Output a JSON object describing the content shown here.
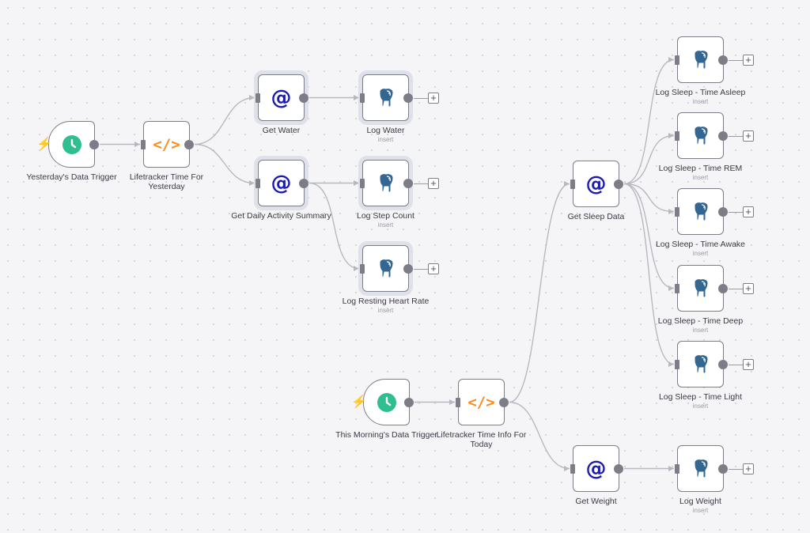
{
  "nodes": [
    {
      "id": "yesterday_trigger",
      "title": "Yesterday's Data Trigger",
      "subtitle": "",
      "kind": "schedule",
      "icon": "clock-icon"
    },
    {
      "id": "time_yesterday",
      "title": "Lifetracker Time For Yesterday",
      "subtitle": "",
      "kind": "code",
      "icon": "code-icon"
    },
    {
      "id": "get_water",
      "title": "Get Water",
      "subtitle": "",
      "kind": "email",
      "icon": "at-sign-icon"
    },
    {
      "id": "log_water",
      "title": "Log Water",
      "subtitle": "insert",
      "kind": "postgres",
      "icon": "postgres-elephant-icon"
    },
    {
      "id": "get_activity",
      "title": "Get Daily Activity Summary",
      "subtitle": "",
      "kind": "email",
      "icon": "at-sign-icon"
    },
    {
      "id": "log_step",
      "title": "Log Step Count",
      "subtitle": "insert",
      "kind": "postgres",
      "icon": "postgres-elephant-icon"
    },
    {
      "id": "log_heart",
      "title": "Log Resting Heart Rate",
      "subtitle": "insert",
      "kind": "postgres",
      "icon": "postgres-elephant-icon"
    },
    {
      "id": "morning_trigger",
      "title": "This Morning's Data Trigger",
      "subtitle": "",
      "kind": "schedule",
      "icon": "clock-icon"
    },
    {
      "id": "time_today",
      "title": "Lifetracker Time Info For Today",
      "subtitle": "",
      "kind": "code",
      "icon": "code-icon"
    },
    {
      "id": "get_sleep",
      "title": "Get Sleep Data",
      "subtitle": "",
      "kind": "email",
      "icon": "at-sign-icon"
    },
    {
      "id": "get_weight",
      "title": "Get Weight",
      "subtitle": "",
      "kind": "email",
      "icon": "at-sign-icon"
    },
    {
      "id": "log_asleep",
      "title": "Log Sleep - Time Asleep",
      "subtitle": "insert",
      "kind": "postgres",
      "icon": "postgres-elephant-icon"
    },
    {
      "id": "log_rem",
      "title": "Log Sleep - Time REM",
      "subtitle": "insert",
      "kind": "postgres",
      "icon": "postgres-elephant-icon"
    },
    {
      "id": "log_awake",
      "title": "Log Sleep - Time Awake",
      "subtitle": "insert",
      "kind": "postgres",
      "icon": "postgres-elephant-icon"
    },
    {
      "id": "log_deep",
      "title": "Log Sleep - Time Deep",
      "subtitle": "insert",
      "kind": "postgres",
      "icon": "postgres-elephant-icon"
    },
    {
      "id": "log_light",
      "title": "Log Sleep - Time Light",
      "subtitle": "insert",
      "kind": "postgres",
      "icon": "postgres-elephant-icon"
    },
    {
      "id": "log_weight",
      "title": "Log Weight",
      "subtitle": "insert",
      "kind": "postgres",
      "icon": "postgres-elephant-icon"
    }
  ],
  "edges": [
    [
      "yesterday_trigger",
      "time_yesterday"
    ],
    [
      "time_yesterday",
      "get_water"
    ],
    [
      "time_yesterday",
      "get_activity"
    ],
    [
      "get_water",
      "log_water"
    ],
    [
      "get_activity",
      "log_step"
    ],
    [
      "get_activity",
      "log_heart"
    ],
    [
      "morning_trigger",
      "time_today"
    ],
    [
      "time_today",
      "get_sleep"
    ],
    [
      "time_today",
      "get_weight"
    ],
    [
      "get_sleep",
      "log_asleep"
    ],
    [
      "get_sleep",
      "log_rem"
    ],
    [
      "get_sleep",
      "log_awake"
    ],
    [
      "get_sleep",
      "log_deep"
    ],
    [
      "get_sleep",
      "log_light"
    ],
    [
      "get_weight",
      "log_weight"
    ]
  ],
  "colors": {
    "edge": "#b8b8c0",
    "port": "#7d7d87",
    "schedule": "#2fbf8f",
    "code": "#ff8a1f",
    "email": "#1b1bb0",
    "postgres": "#336791",
    "trigger_bolt": "#ef6950"
  }
}
